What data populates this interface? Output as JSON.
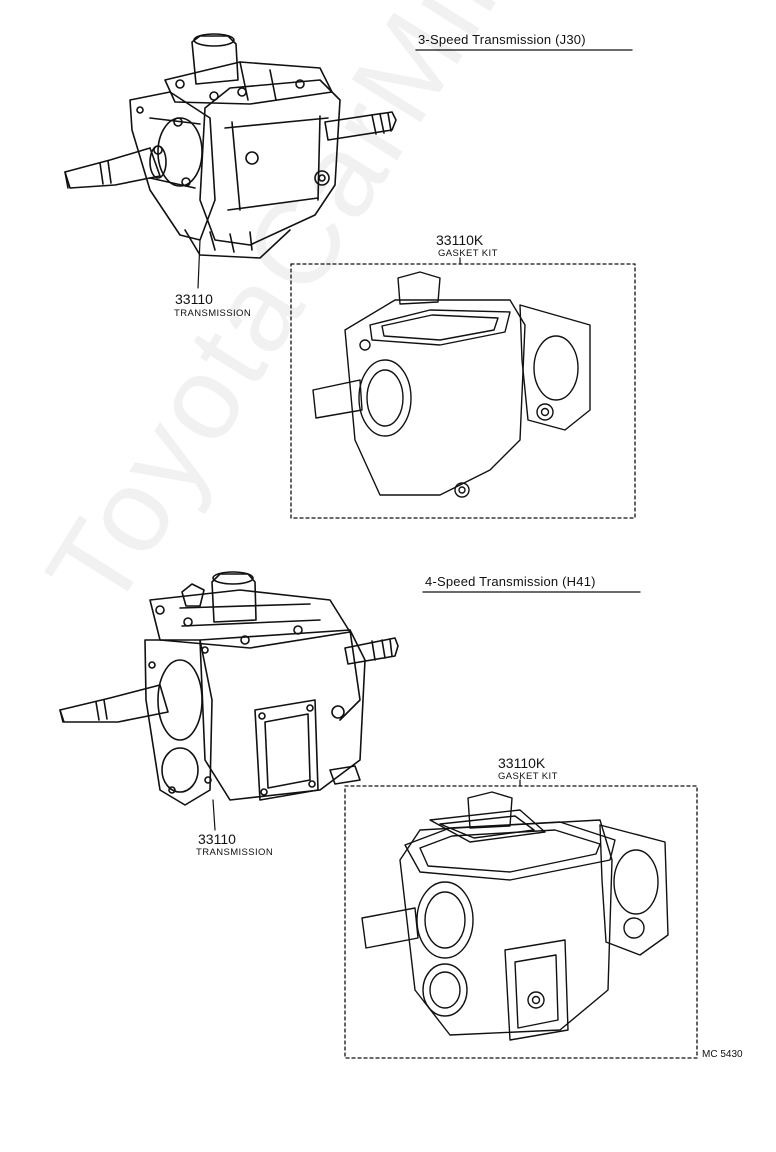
{
  "watermark": "ToyotaCarMine.ru",
  "sections": {
    "j30": {
      "title": "3-Speed Transmission (J30)",
      "transmission_number": "33110",
      "transmission_label": "TRANSMISSION",
      "kit_number": "33110K",
      "kit_label": "GASKET KIT"
    },
    "h41": {
      "title": "4-Speed Transmission (H41)",
      "transmission_number": "33110",
      "transmission_label": "TRANSMISSION",
      "kit_number": "33110K",
      "kit_label": "GASKET KIT"
    }
  },
  "figure_code": "MC 5430"
}
